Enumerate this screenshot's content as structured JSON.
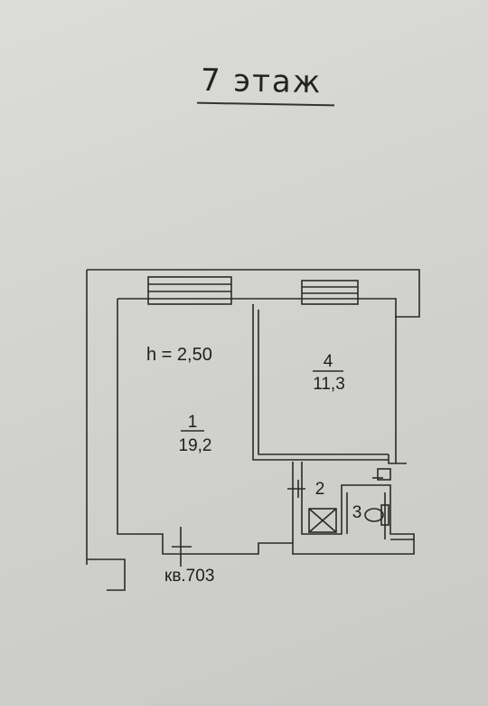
{
  "floor_label": "7 этаж",
  "ceiling_height": "h = 2,50",
  "apartment_label": "кв.703",
  "rooms": [
    {
      "number": "1",
      "area": "19,2"
    },
    {
      "number": "4",
      "area": "11,3"
    },
    {
      "number": "2",
      "area": ""
    },
    {
      "number": "3",
      "area": ""
    }
  ]
}
